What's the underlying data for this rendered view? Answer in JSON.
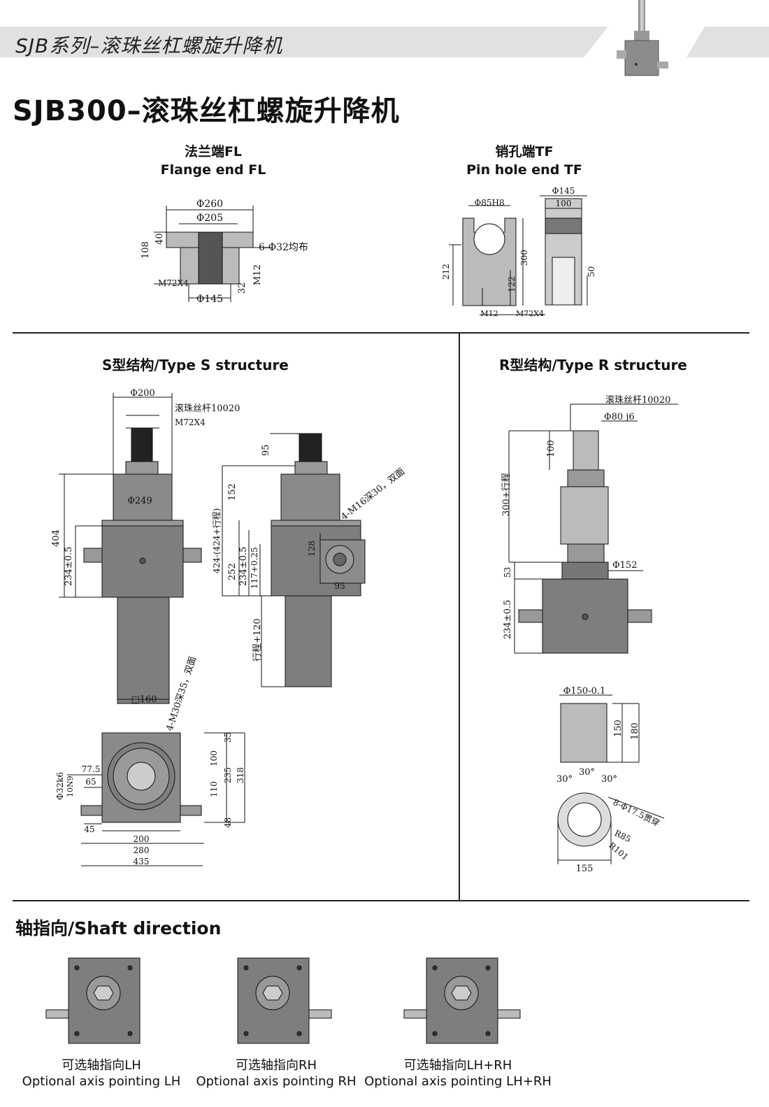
{
  "header": {
    "series_title": "SJB系列–滚珠丝杠螺旋升降机",
    "main_title": "SJB300–滚珠丝杠螺旋升降机"
  },
  "top": {
    "flange": {
      "cn": "法兰端FL",
      "en": "Flange end FL",
      "dims": {
        "d260": "Φ260",
        "d205": "Φ205",
        "d145": "Φ145",
        "d40": "40",
        "d108": "108",
        "m72": "M72X4",
        "holes": "6-Φ32均布",
        "m12": "M12",
        "d32": "32"
      }
    },
    "pin": {
      "cn": "销孔端TF",
      "en": "Pin hole end TF",
      "dims": {
        "d85": "Φ85H8",
        "d145": "Φ145",
        "d100": "100",
        "d212": "212",
        "d300": "300",
        "d122": "122",
        "d50": "50",
        "m12": "M12",
        "m72": "M72X4"
      }
    }
  },
  "type_s": {
    "title": "S型结构/Type S structure",
    "dims": {
      "d200": "Φ200",
      "screw": "滚珠丝杆10020",
      "m72": "M72X4",
      "d249": "Φ249",
      "d404": "404",
      "d234": "234±0.5",
      "d160": "□160",
      "d95": "95",
      "d152": "152",
      "d424": "424-(424+行程)",
      "d252": "252",
      "d234b": "234±0.5",
      "d117": "117+0.25",
      "d128": "128",
      "d95b": "95",
      "m16": "4-M16深30，双面",
      "stroke": "行程+120",
      "m30": "4-M30深35，双面",
      "d35": "35",
      "d100": "100",
      "d110": "110",
      "d235": "235",
      "d318": "318",
      "d48": "48",
      "d32k6": "Φ32k6",
      "d10n9": "10N9",
      "d77": "77.5",
      "d65": "65",
      "d45": "45",
      "d200b": "200",
      "d280": "280",
      "d435": "435"
    }
  },
  "type_r": {
    "title": "R型结构/Type R structure",
    "dims": {
      "screw": "滚珠丝杆10020",
      "d80": "Φ80 j6",
      "d100": "100",
      "d300": "300+行程",
      "d53": "53",
      "d152": "Φ152",
      "d234": "234±0.5",
      "d150t": "Φ150-0.1",
      "d150": "150",
      "d180": "180",
      "a30a": "30°",
      "a30b": "30°",
      "a30c": "30°",
      "holes": "8-Φ17.5贯穿",
      "r85": "R85",
      "r101": "R101",
      "d155": "155"
    }
  },
  "shaft": {
    "title": "轴指向/Shaft direction",
    "options": [
      {
        "cn": "可选轴指向LH",
        "en": "Optional axis pointing LH"
      },
      {
        "cn": "可选轴指向RH",
        "en": "Optional axis pointing RH"
      },
      {
        "cn": "可选轴指向LH+RH",
        "en": "Optional axis pointing LH+RH"
      }
    ]
  }
}
